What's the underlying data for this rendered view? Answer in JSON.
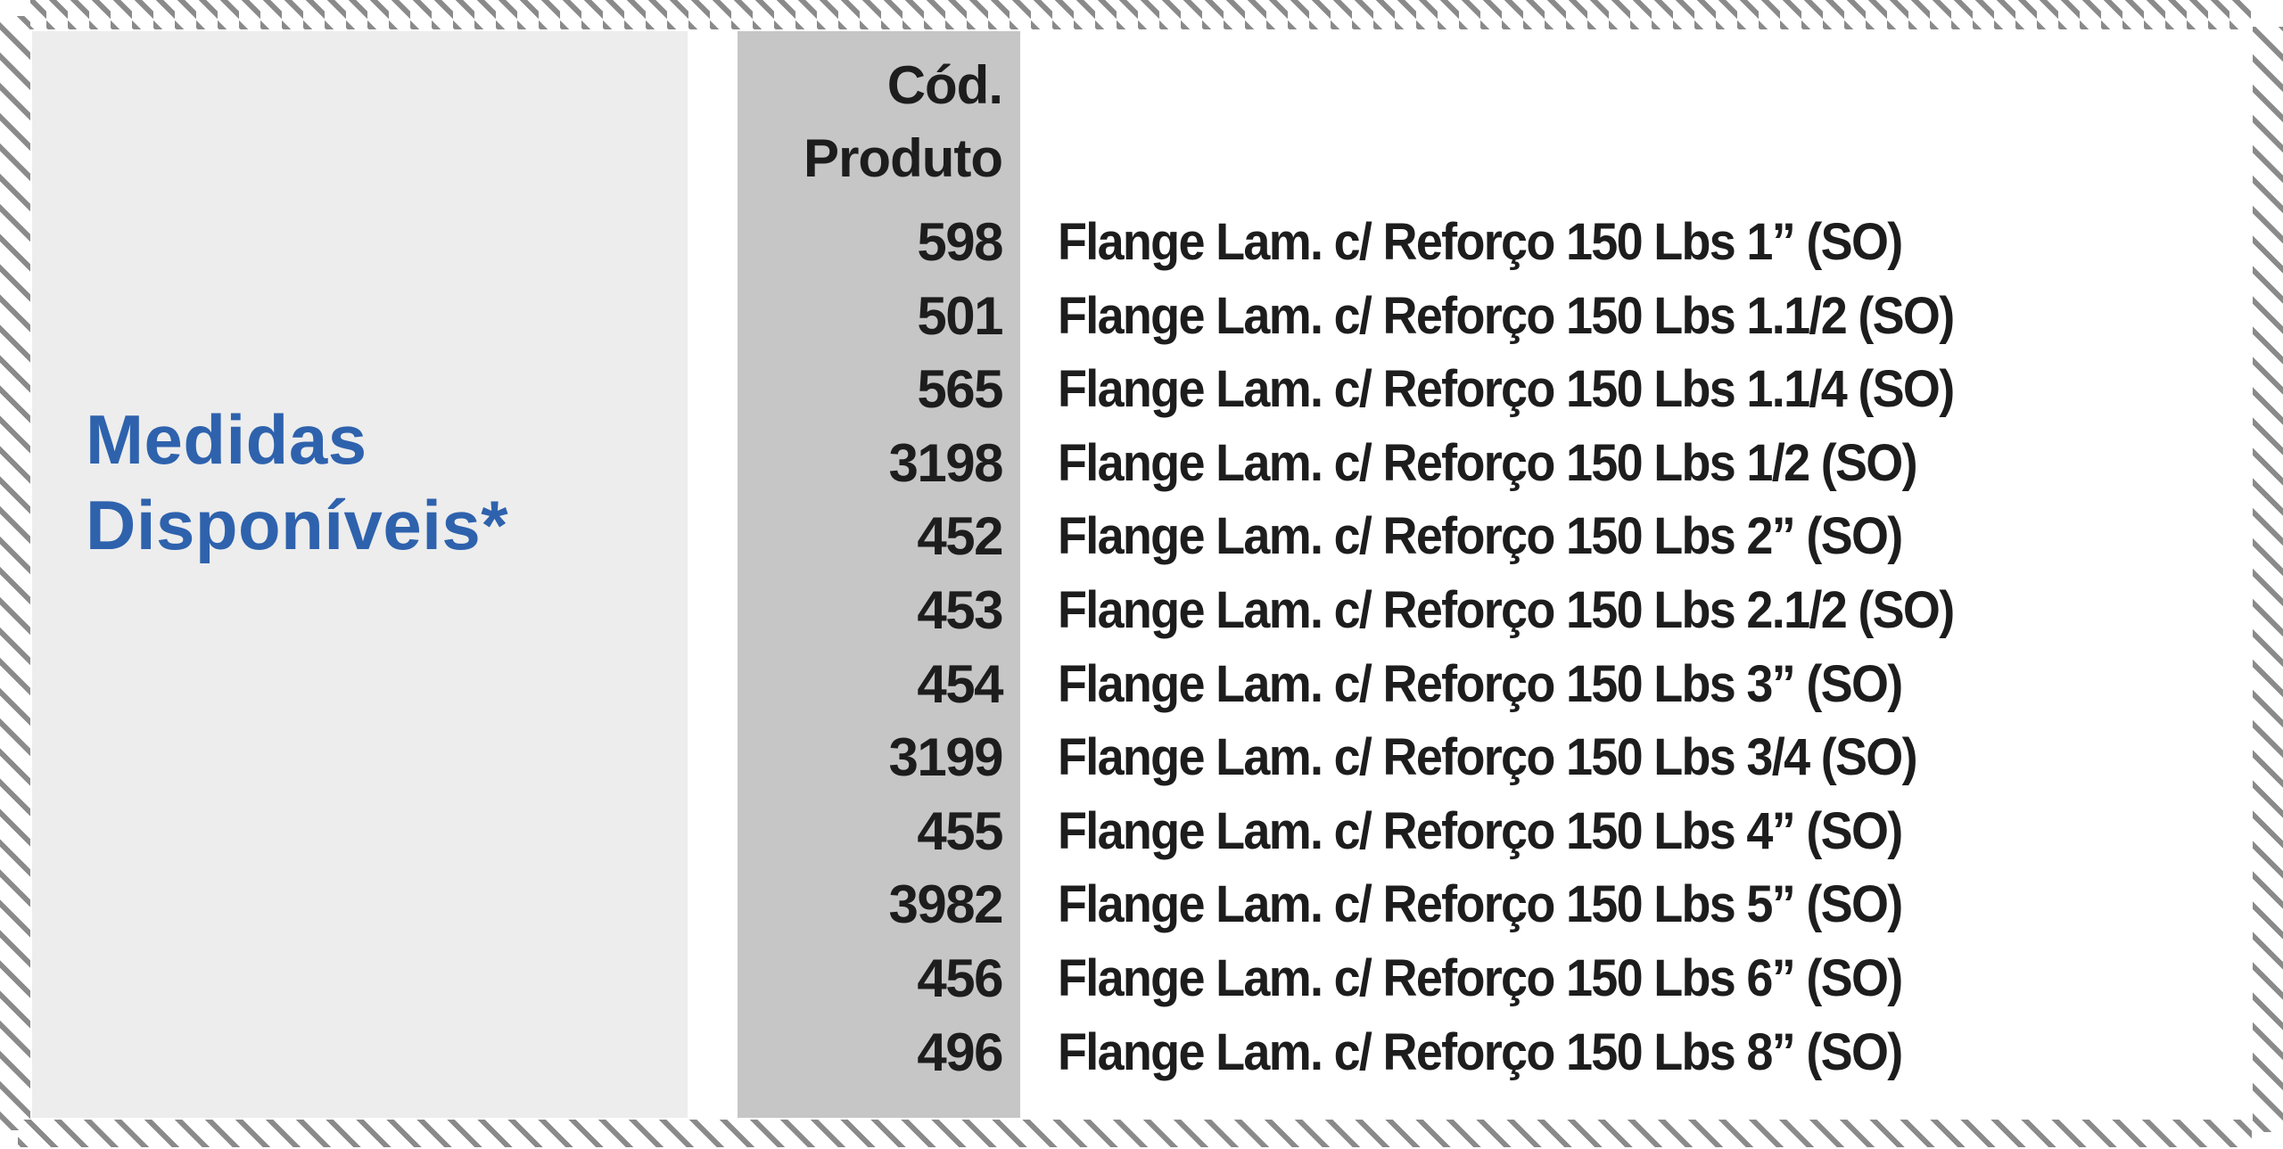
{
  "panel": {
    "title_line1": "Medidas",
    "title_line2": "Disponíveis*",
    "accent_color": "#2e62ad"
  },
  "table": {
    "header_line1": "Cód.",
    "header_line2": "Produto",
    "rows": [
      {
        "code": "598",
        "description": "Flange Lam. c/ Reforço 150 Lbs 1” (SO)"
      },
      {
        "code": "501",
        "description": "Flange Lam. c/ Reforço 150 Lbs 1.1/2 (SO)"
      },
      {
        "code": "565",
        "description": "Flange Lam. c/ Reforço 150 Lbs 1.1/4 (SO)"
      },
      {
        "code": "3198",
        "description": "Flange Lam. c/ Reforço 150 Lbs 1/2 (SO)"
      },
      {
        "code": "452",
        "description": "Flange Lam. c/ Reforço 150 Lbs 2” (SO)"
      },
      {
        "code": "453",
        "description": "Flange Lam. c/ Reforço 150 Lbs 2.1/2 (SO)"
      },
      {
        "code": "454",
        "description": "Flange Lam. c/ Reforço 150 Lbs 3” (SO)"
      },
      {
        "code": "3199",
        "description": "Flange Lam. c/ Reforço 150 Lbs 3/4 (SO)"
      },
      {
        "code": "455",
        "description": "Flange Lam. c/ Reforço 150 Lbs 4” (SO)"
      },
      {
        "code": "3982",
        "description": "Flange Lam. c/ Reforço 150 Lbs 5” (SO)"
      },
      {
        "code": "456",
        "description": "Flange Lam. c/ Reforço 150 Lbs 6” (SO)"
      },
      {
        "code": "496",
        "description": "Flange Lam. c/ Reforço 150 Lbs 8” (SO)"
      }
    ]
  }
}
